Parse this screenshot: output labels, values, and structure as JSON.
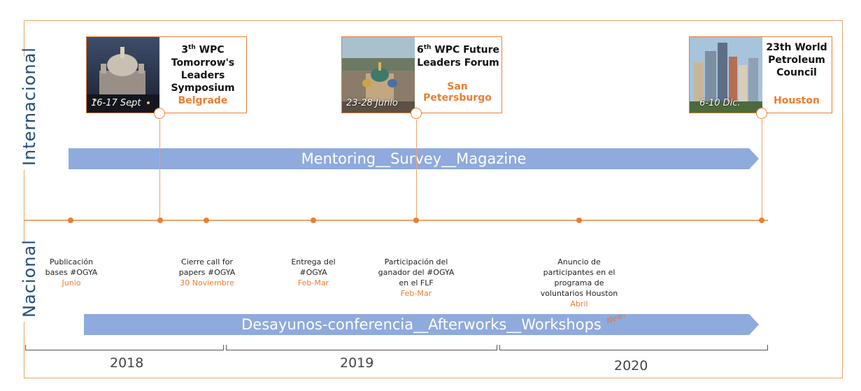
{
  "labels": {
    "international": "Internacional",
    "national": "Nacional"
  },
  "international_arrow": "Mentoring__Survey__Magazine",
  "national_arrow": "Desayunos-conferencia__Afterworks__Workshops",
  "national_arrow_badge": "New!",
  "events": [
    {
      "ordinal": "3",
      "ordinal_sup": "th",
      "title": "WPC Tomorrow's Leaders Symposium",
      "city": "Belgrade",
      "date": "16-17 Sept"
    },
    {
      "ordinal": "6",
      "ordinal_sup": "th",
      "title": "WPC Future Leaders Forum",
      "city": "San Petersburgo",
      "date": "23-28 Junio"
    },
    {
      "ordinal": "",
      "ordinal_sup": "",
      "title": "23th World Petroleum Council",
      "city": "Houston",
      "date": "6-10 Dic."
    }
  ],
  "milestones": [
    {
      "text": "Publicación bases #OGYA",
      "date": "Junio"
    },
    {
      "text": "Cierre call for papers #OGYA",
      "date": "30 Noviembre"
    },
    {
      "text": "Entrega del #OGYA",
      "date": "Feb-Mar"
    },
    {
      "text": "Participación del ganador del #OGYA en el FLF",
      "date": "Feb-Mar"
    },
    {
      "text": "Anuncio de participantes en el programa de voluntarios Houston",
      "date": "Abril"
    }
  ],
  "years": [
    "2018",
    "2019",
    "2020"
  ],
  "colors": {
    "accent": "#ed7d31",
    "arrow": "#8faadc",
    "side_label": "#1f4e79"
  }
}
